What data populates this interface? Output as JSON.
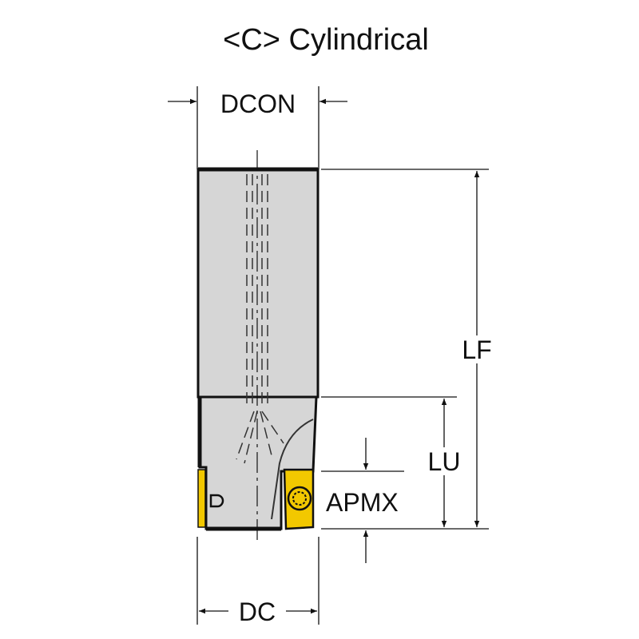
{
  "title": "<C> Cylindrical",
  "labels": {
    "dcon": "DCON",
    "lf": "LF",
    "lu": "LU",
    "apmx": "APMX",
    "dc": "DC"
  },
  "colors": {
    "body": "#d6d6d6",
    "insert": "#f2c800",
    "line": "#111111"
  }
}
